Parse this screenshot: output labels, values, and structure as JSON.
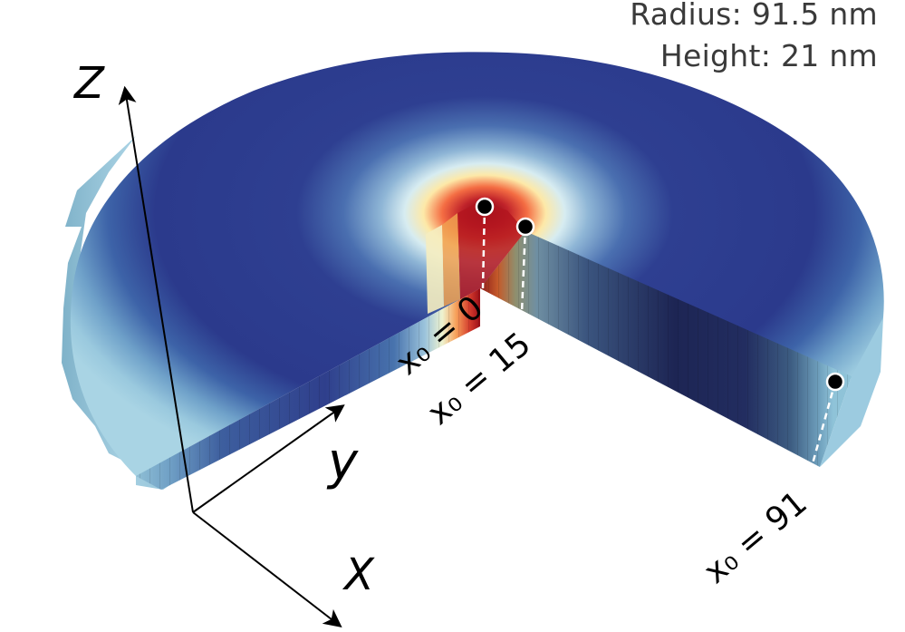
{
  "info": {
    "radius": "Radius: 91.5 nm",
    "height": "Height: 21 nm"
  },
  "axes": {
    "z": "Z",
    "y": "y",
    "x": "X"
  },
  "markers": [
    {
      "id": "center",
      "label": "x₀ = 0"
    },
    {
      "id": "mid",
      "label": "x₀ = 15"
    },
    {
      "id": "edge",
      "label": "x₀ = 91"
    }
  ],
  "colors": {
    "cold": "#2b3b8c",
    "deep": "#1c2350",
    "rim": "#8fc2db",
    "hot": "#a50f15",
    "warm": "#f46d43",
    "neutral": "#f7f1c4"
  }
}
